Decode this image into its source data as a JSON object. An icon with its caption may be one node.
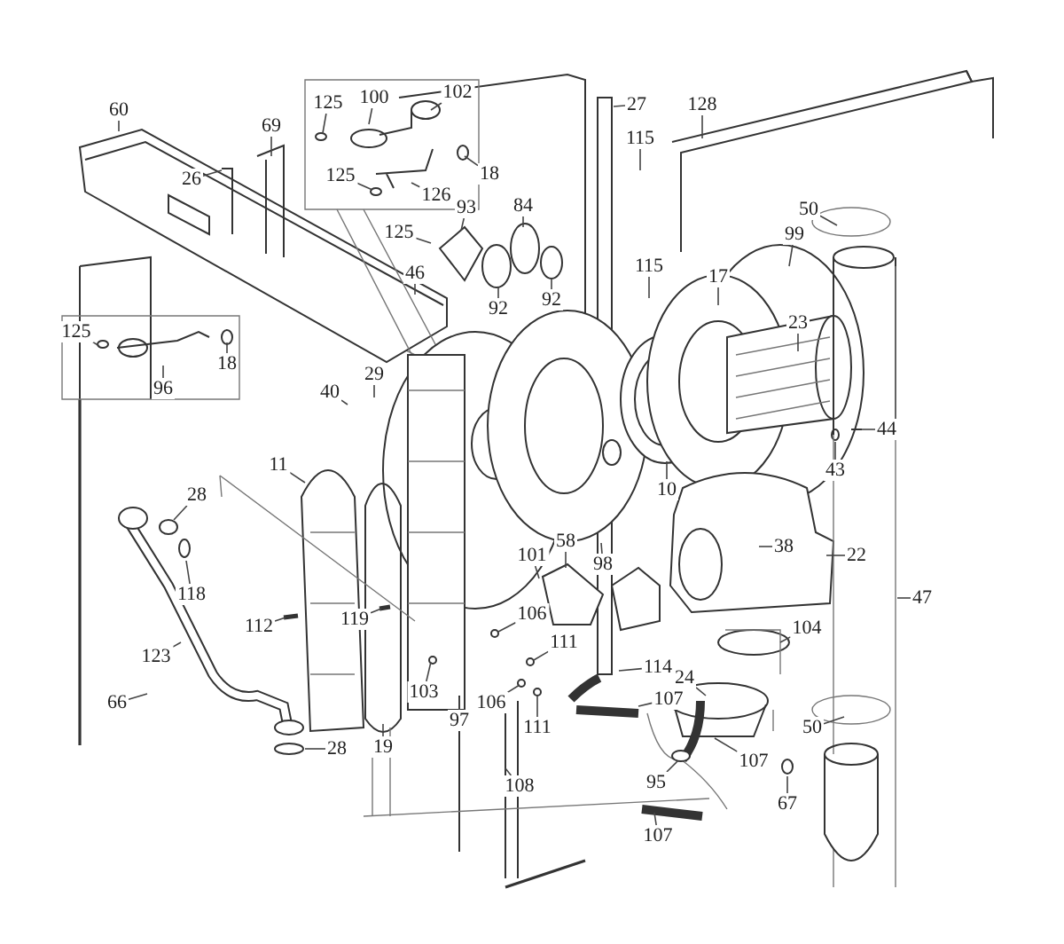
{
  "diagram": {
    "nodes": [
      {
        "text": [
          "60"
        ]
      },
      {
        "text": [
          "128"
        ]
      },
      {
        "text": [
          "27"
        ]
      },
      {
        "text": [
          "102"
        ]
      },
      {
        "text": [
          "100"
        ]
      },
      {
        "text": [
          "125"
        ]
      },
      {
        "text": [
          "69"
        ]
      },
      {
        "text": [
          "115"
        ]
      },
      {
        "text": [
          "18"
        ]
      },
      {
        "text": [
          "125"
        ]
      },
      {
        "text": [
          "26"
        ]
      },
      {
        "text": [
          "126"
        ]
      },
      {
        "text": [
          "84"
        ]
      },
      {
        "text": [
          "93"
        ]
      },
      {
        "text": [
          "50"
        ]
      },
      {
        "text": [
          "99"
        ]
      },
      {
        "text": [
          "125"
        ]
      },
      {
        "text": [
          "46"
        ]
      },
      {
        "text": [
          "115"
        ]
      },
      {
        "text": [
          "17"
        ]
      },
      {
        "text": [
          "92"
        ]
      },
      {
        "text": [
          "92"
        ]
      },
      {
        "text": [
          "23"
        ]
      },
      {
        "text": [
          "125"
        ]
      },
      {
        "text": [
          "18"
        ]
      },
      {
        "text": [
          "29"
        ]
      },
      {
        "text": [
          "96"
        ]
      },
      {
        "text": [
          "40"
        ]
      },
      {
        "text": [
          "44"
        ]
      },
      {
        "text": [
          "11"
        ]
      },
      {
        "text": [
          "43"
        ]
      },
      {
        "text": [
          "10"
        ]
      },
      {
        "text": [
          "28"
        ]
      },
      {
        "text": [
          "58"
        ]
      },
      {
        "text": [
          "38"
        ]
      },
      {
        "text": [
          "101"
        ]
      },
      {
        "text": [
          "22"
        ]
      },
      {
        "text": [
          "98"
        ]
      },
      {
        "text": [
          "118"
        ]
      },
      {
        "text": [
          "47"
        ]
      },
      {
        "text": [
          "106"
        ]
      },
      {
        "text": [
          "112"
        ]
      },
      {
        "text": [
          "119"
        ]
      },
      {
        "text": [
          "104"
        ]
      },
      {
        "text": [
          "111"
        ]
      },
      {
        "text": [
          "123"
        ]
      },
      {
        "text": [
          "114"
        ]
      },
      {
        "text": [
          "24"
        ]
      },
      {
        "text": [
          "103"
        ]
      },
      {
        "text": [
          "107"
        ]
      },
      {
        "text": [
          "66"
        ]
      },
      {
        "text": [
          "106"
        ]
      },
      {
        "text": [
          "97"
        ]
      },
      {
        "text": [
          "111"
        ]
      },
      {
        "text": [
          "50"
        ]
      },
      {
        "text": [
          "28"
        ]
      },
      {
        "text": [
          "19"
        ]
      },
      {
        "text": [
          "107"
        ]
      },
      {
        "text": [
          "108"
        ]
      },
      {
        "text": [
          "95"
        ]
      },
      {
        "text": [
          "67"
        ]
      },
      {
        "text": [
          "107"
        ]
      }
    ],
    "edges": [
      {
        "from": 0,
        "to": null,
        "arrow": "none"
      },
      {
        "from": 1,
        "to": null,
        "arrow": "none"
      },
      {
        "from": 2,
        "to": null,
        "arrow": "none"
      },
      {
        "from": 3,
        "to": null,
        "arrow": "none"
      },
      {
        "from": 4,
        "to": null,
        "arrow": "none"
      },
      {
        "from": 5,
        "to": null,
        "arrow": "none"
      },
      {
        "from": 6,
        "to": null,
        "arrow": "none"
      },
      {
        "from": 7,
        "to": null,
        "arrow": "none"
      },
      {
        "from": 8,
        "to": null,
        "arrow": "none"
      },
      {
        "from": 9,
        "to": null,
        "arrow": "none"
      },
      {
        "from": 10,
        "to": null,
        "arrow": "none"
      },
      {
        "from": 11,
        "to": null,
        "arrow": "none"
      },
      {
        "from": 12,
        "to": null,
        "arrow": "none"
      },
      {
        "from": 13,
        "to": null,
        "arrow": "none"
      },
      {
        "from": 14,
        "to": null,
        "arrow": "none"
      },
      {
        "from": 15,
        "to": null,
        "arrow": "none"
      },
      {
        "from": 16,
        "to": null,
        "arrow": "none"
      },
      {
        "from": 17,
        "to": null,
        "arrow": "none"
      },
      {
        "from": 18,
        "to": null,
        "arrow": "none"
      },
      {
        "from": 19,
        "to": null,
        "arrow": "none"
      },
      {
        "from": 20,
        "to": null,
        "arrow": "none"
      },
      {
        "from": 21,
        "to": null,
        "arrow": "none"
      },
      {
        "from": 22,
        "to": null,
        "arrow": "none"
      },
      {
        "from": 23,
        "to": null,
        "arrow": "none"
      },
      {
        "from": 24,
        "to": null,
        "arrow": "none"
      },
      {
        "from": 25,
        "to": null,
        "arrow": "none"
      },
      {
        "from": 26,
        "to": null,
        "arrow": "none"
      },
      {
        "from": 27,
        "to": null,
        "arrow": "none"
      },
      {
        "from": 28,
        "to": null,
        "arrow": "none"
      },
      {
        "from": 29,
        "to": null,
        "arrow": "none"
      },
      {
        "from": 30,
        "to": null,
        "arrow": "none"
      },
      {
        "from": 31,
        "to": null,
        "arrow": "none"
      },
      {
        "from": 32,
        "to": null,
        "arrow": "none"
      },
      {
        "from": 33,
        "to": null,
        "arrow": "none"
      },
      {
        "from": 34,
        "to": null,
        "arrow": "none"
      },
      {
        "from": 35,
        "to": null,
        "arrow": "none"
      },
      {
        "from": 36,
        "to": null,
        "arrow": "none"
      },
      {
        "from": 37,
        "to": null,
        "arrow": "none"
      },
      {
        "from": 38,
        "to": null,
        "arrow": "none"
      },
      {
        "from": 39,
        "to": null,
        "arrow": "none"
      },
      {
        "from": 40,
        "to": null,
        "arrow": "none"
      },
      {
        "from": 41,
        "to": null,
        "arrow": "none"
      },
      {
        "from": 42,
        "to": null,
        "arrow": "none"
      },
      {
        "from": 43,
        "to": null,
        "arrow": "none"
      },
      {
        "from": 44,
        "to": null,
        "arrow": "none"
      },
      {
        "from": 45,
        "to": null,
        "arrow": "none"
      },
      {
        "from": 46,
        "to": null,
        "arrow": "none"
      },
      {
        "from": 47,
        "to": null,
        "arrow": "none"
      },
      {
        "from": 48,
        "to": null,
        "arrow": "none"
      },
      {
        "from": 49,
        "to": null,
        "arrow": "none"
      },
      {
        "from": 50,
        "to": null,
        "arrow": "none"
      },
      {
        "from": 51,
        "to": null,
        "arrow": "none"
      },
      {
        "from": 52,
        "to": null,
        "arrow": "none"
      },
      {
        "from": 53,
        "to": null,
        "arrow": "none"
      },
      {
        "from": 54,
        "to": null,
        "arrow": "none"
      },
      {
        "from": 55,
        "to": null,
        "arrow": "none"
      },
      {
        "from": 56,
        "to": null,
        "arrow": "none"
      },
      {
        "from": 57,
        "to": null,
        "arrow": "none"
      },
      {
        "from": 58,
        "to": null,
        "arrow": "none"
      },
      {
        "from": 59,
        "to": null,
        "arrow": "none"
      },
      {
        "from": 60,
        "to": null,
        "arrow": "none"
      },
      {
        "from": 61,
        "to": null,
        "arrow": "none"
      }
    ]
  }
}
